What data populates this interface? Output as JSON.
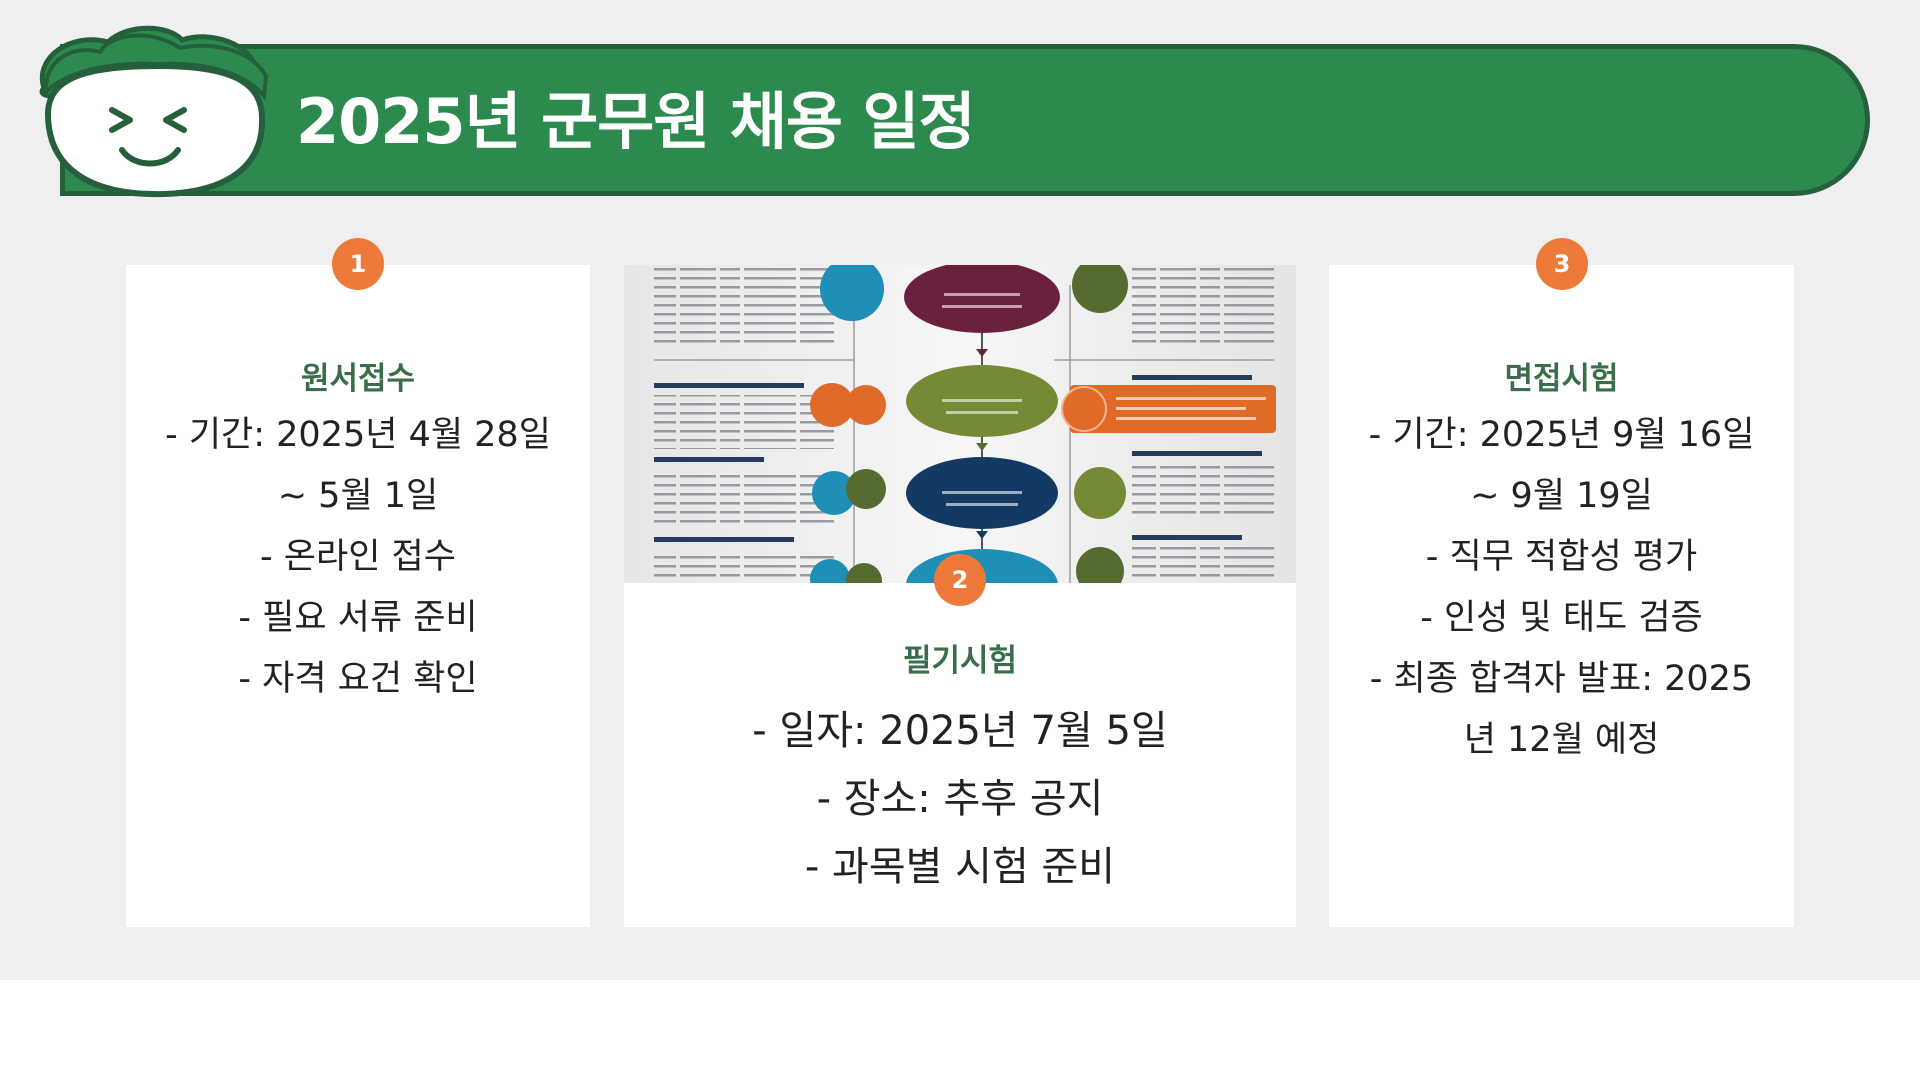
{
  "header": {
    "title": "2025년 군무원 채용 일정"
  },
  "colors": {
    "banner_green": "#2d8a4e",
    "banner_border": "#255f3c",
    "badge_orange": "#ed7a3a",
    "card_title_green": "#3a6e4a",
    "slide_background": "#efefef"
  },
  "icons": {
    "mascot": "smiling-face-mascot-icon"
  },
  "cards": [
    {
      "number": "1",
      "title": "원서접수",
      "lines": [
        "- 기간: 2025년 4월 28일",
        "~ 5월 1일",
        "- 온라인 접수",
        "- 필요 서류 준비",
        "- 자격 요건 확인"
      ]
    },
    {
      "number": "2",
      "title": "필기시험",
      "lines": [
        "- 일자: 2025년 7월 5일",
        "- 장소: 추후 공지",
        "- 과목별 시험 준비"
      ]
    },
    {
      "number": "3",
      "title": "면접시험",
      "lines": [
        "- 기간: 2025년 9월 16일",
        "~ 9월 19일",
        "- 직무 적합성 평가",
        "- 인성 및 태도 검증",
        "- 최종 합격자 발표: 2025",
        "년 12월 예정"
      ]
    }
  ]
}
